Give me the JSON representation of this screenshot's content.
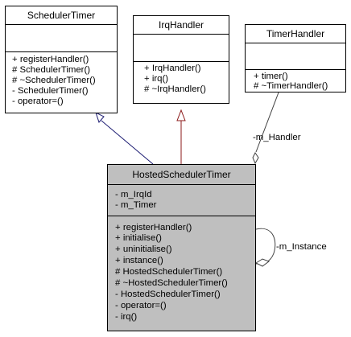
{
  "classes": {
    "scheduler_timer": {
      "name": "SchedulerTimer",
      "attributes": [],
      "methods": [
        "+ registerHandler()",
        "# SchedulerTimer()",
        "# ~SchedulerTimer()",
        "- SchedulerTimer()",
        "- operator=()"
      ]
    },
    "irq_handler": {
      "name": "IrqHandler",
      "attributes": [],
      "methods": [
        "+ IrqHandler()",
        "+ irq()",
        "# ~IrqHandler()"
      ]
    },
    "timer_handler": {
      "name": "TimerHandler",
      "attributes": [],
      "methods": [
        "+ timer()",
        "# ~TimerHandler()"
      ]
    },
    "hosted_scheduler_timer": {
      "name": "HostedSchedulerTimer",
      "attributes": [
        "- m_IrqId",
        "- m_Timer"
      ],
      "methods": [
        "+ registerHandler()",
        "+ initialise()",
        "+ uninitialise()",
        "+ instance()",
        "# HostedSchedulerTimer()",
        "# ~HostedSchedulerTimer()",
        "- HostedSchedulerTimer()",
        "- operator=()",
        "- irq()"
      ]
    }
  },
  "edge_labels": {
    "handler": "-m_Handler",
    "instance": "-m_Instance"
  },
  "colors": {
    "inheritance_scheduler": "#191970",
    "inheritance_irq": "#8b1a1a",
    "association": "#404040",
    "highlight_fill": "#bfbfbf"
  }
}
